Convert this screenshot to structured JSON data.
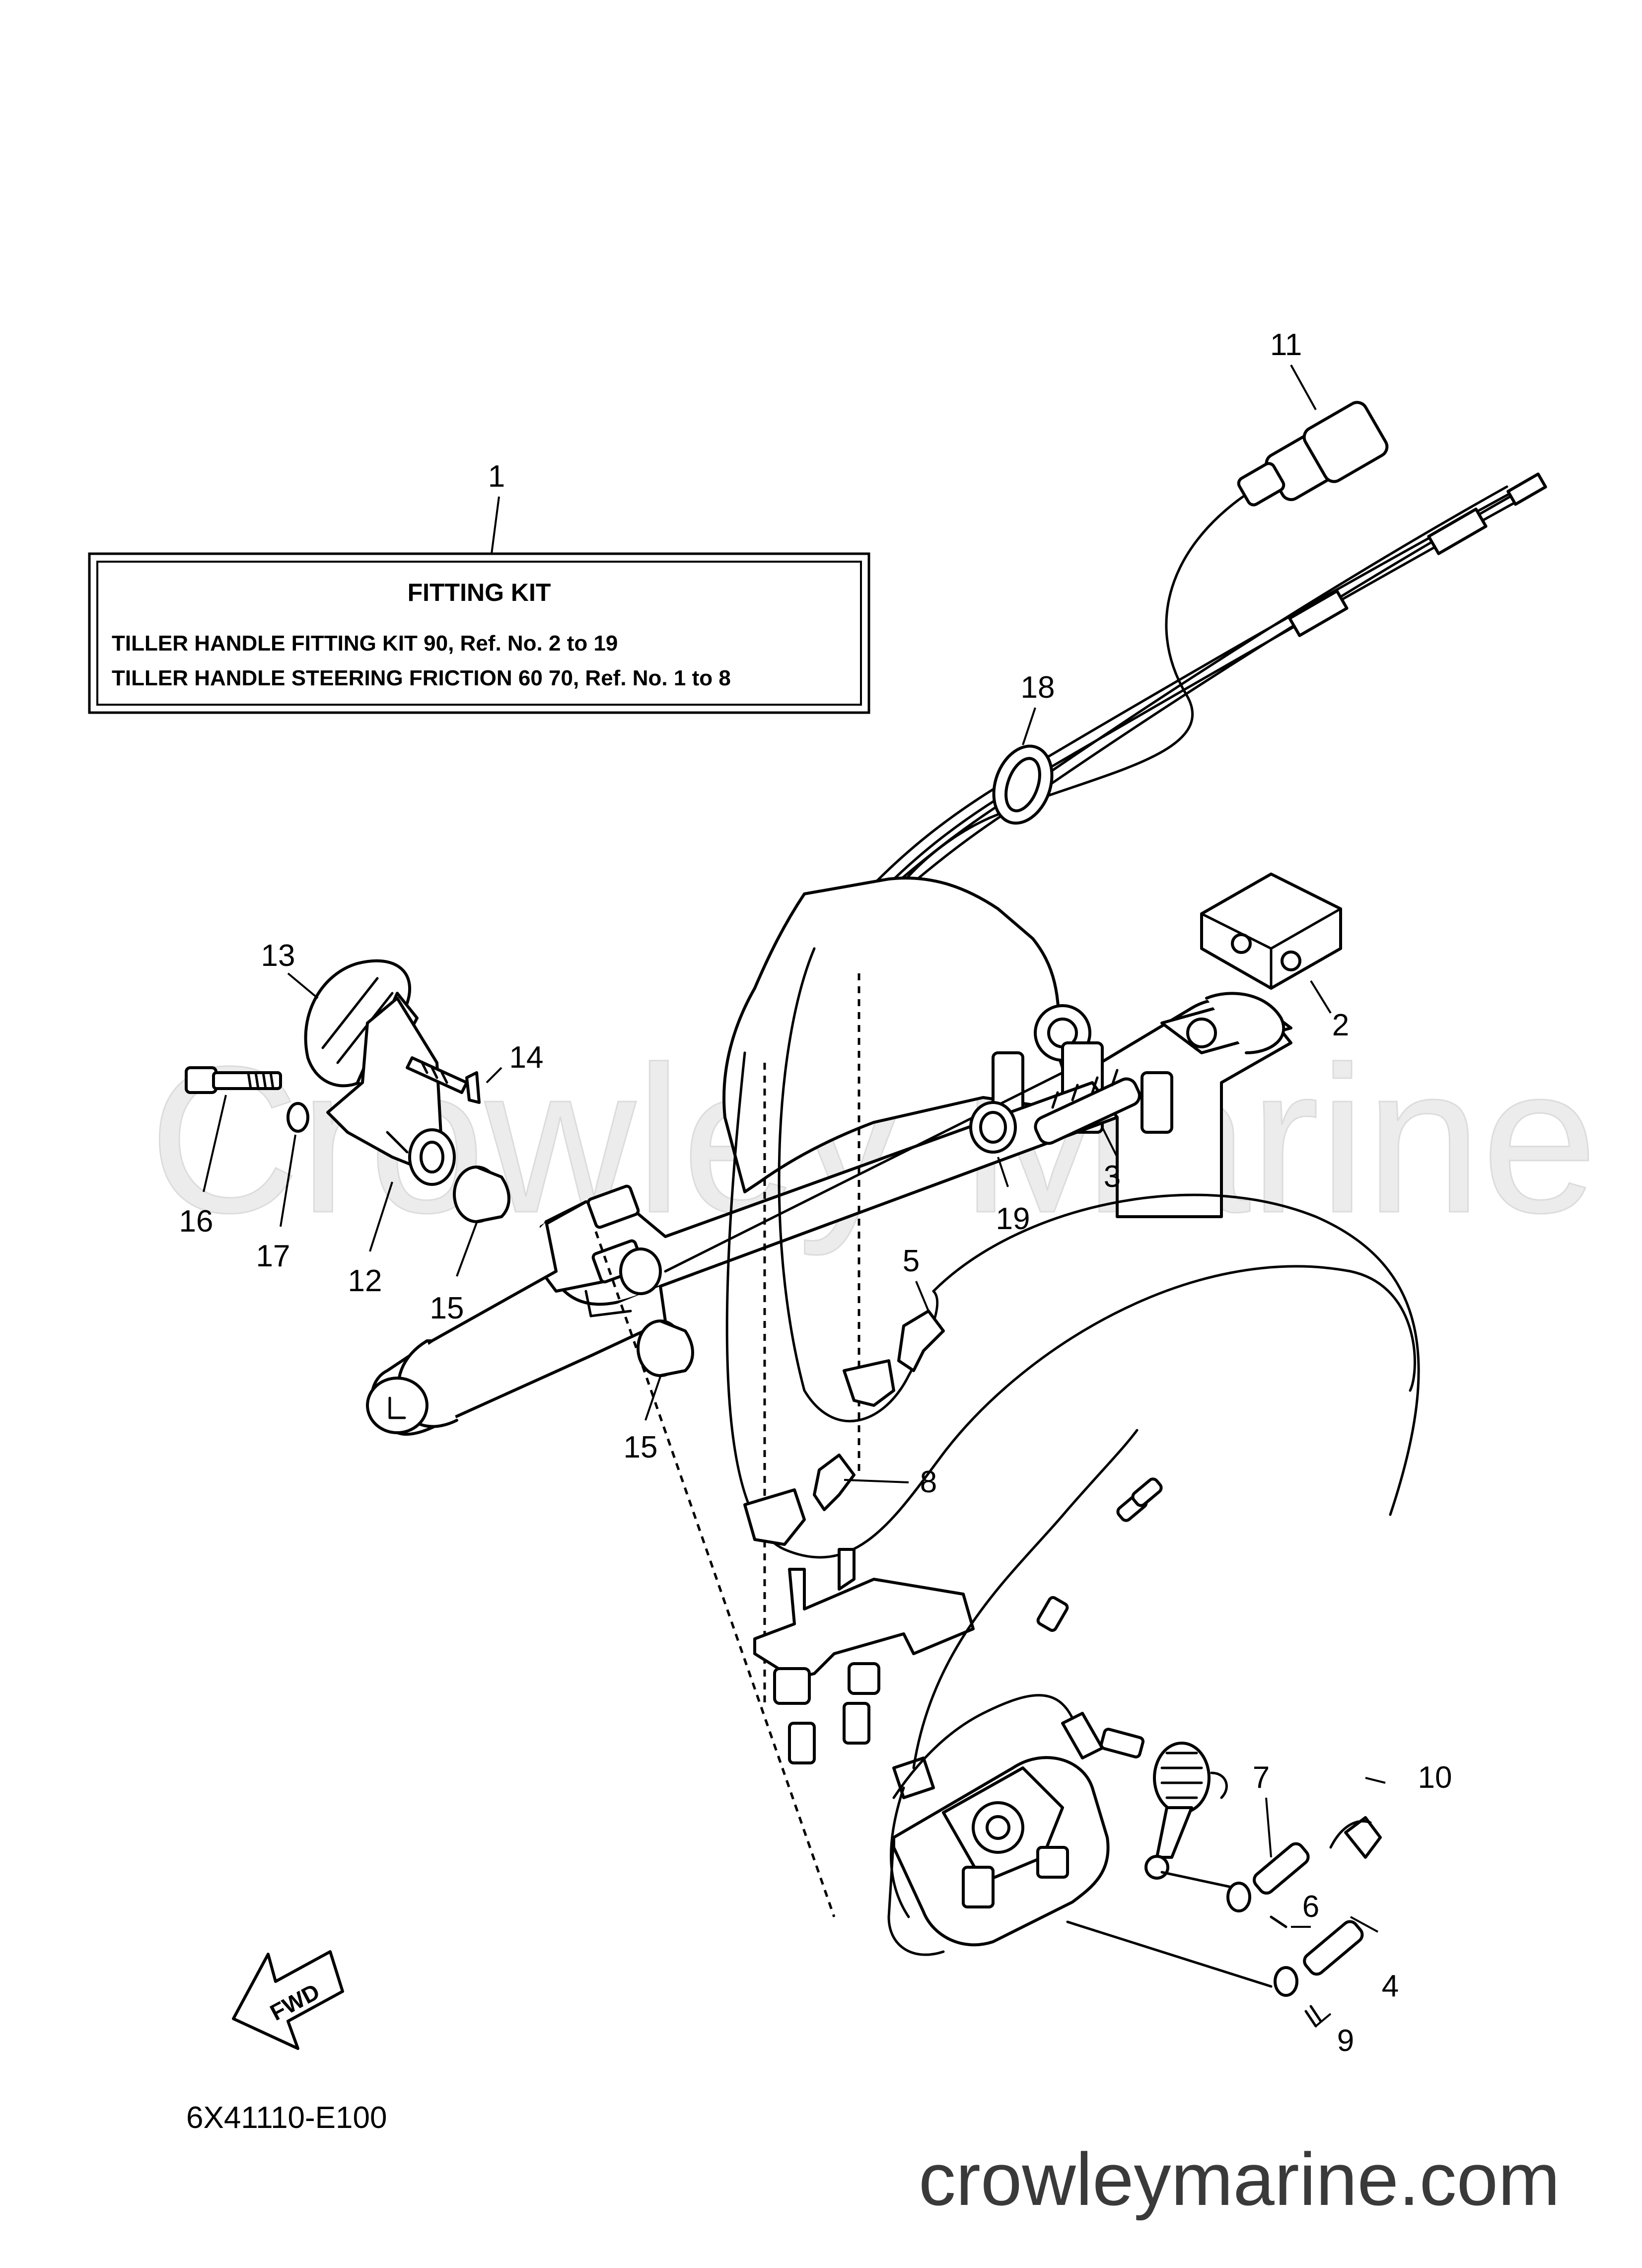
{
  "fitting_kit": {
    "heading": "FITTING KIT",
    "line1": "TILLER HANDLE FITTING KIT 90, Ref. No. 2 to 19",
    "line2": "TILLER HANDLE STEERING FRICTION 60 70, Ref. No. 1 to 8"
  },
  "callouts": [
    "1",
    "2",
    "3",
    "4",
    "5",
    "6",
    "7",
    "8",
    "9",
    "10",
    "11",
    "12",
    "13",
    "14",
    "15",
    "15",
    "16",
    "17",
    "18",
    "19"
  ],
  "fwd_label": "FWD",
  "diagram_code": "6X41110-E100",
  "watermark": "Crowley Marine",
  "site_url": "crowleymarine.com"
}
